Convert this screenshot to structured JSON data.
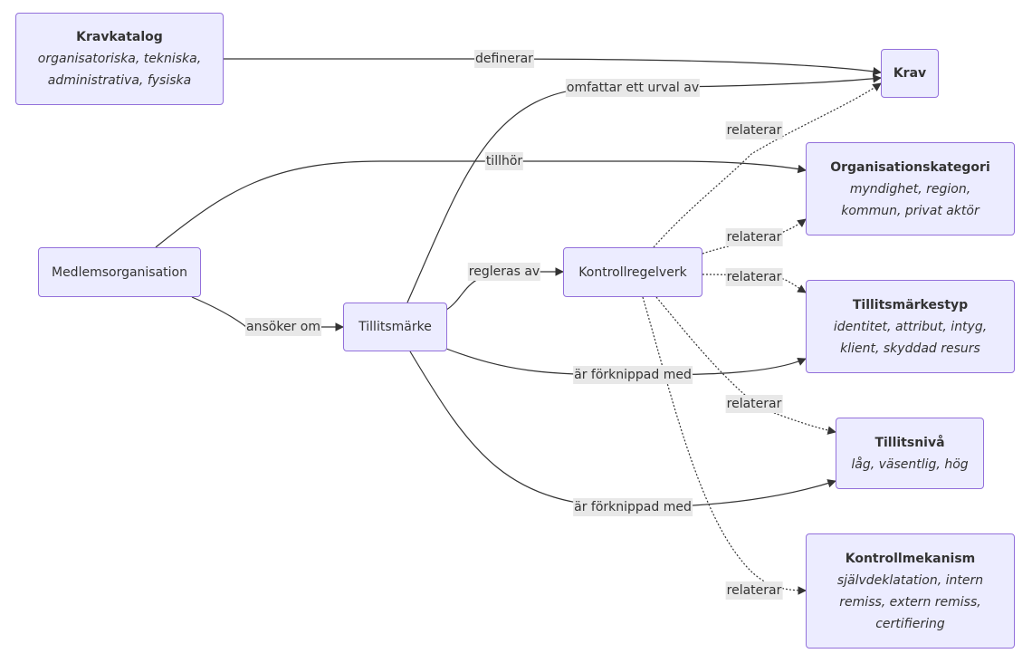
{
  "nodes": {
    "kravkatalog": {
      "title": "Kravkatalog",
      "sub1": "organisatoriska, tekniska,",
      "sub2": "administrativa, fysiska"
    },
    "krav": {
      "title": "Krav"
    },
    "organisationskategori": {
      "title": "Organisationskategori",
      "sub1": "myndighet, region,",
      "sub2": "kommun, privat aktör"
    },
    "medlemsorganisation": {
      "title": "Medlemsorganisation"
    },
    "tillitsmarke": {
      "title": "Tillitsmärke"
    },
    "kontrollregelverk": {
      "title": "Kontrollregelverk"
    },
    "tillitsmarkestyp": {
      "title": "Tillitsmärkestyp",
      "sub1": "identitet, attribut, intyg,",
      "sub2": "klient, skyddad resurs"
    },
    "tillitsniva": {
      "title": "Tillitsnivå",
      "sub1": "låg, väsentlig, hög"
    },
    "kontrollmekanism": {
      "title": "Kontrollmekanism",
      "sub1": "självdeklatation, intern",
      "sub2": "remiss, extern remiss,",
      "sub3": "certifiering"
    }
  },
  "edges": {
    "definerar": "definerar",
    "omfattar": "omfattar ett urval av",
    "tillhor": "tillhör",
    "ansoker": "ansöker om",
    "regleras": "regleras av",
    "forknippad_typ": "är förknippad med",
    "forknippad_niva": "är förknippad med",
    "relaterar_krav": "relaterar",
    "relaterar_org": "relaterar",
    "relaterar_typ": "relaterar",
    "relaterar_niva": "relaterar",
    "relaterar_mek": "relaterar"
  }
}
